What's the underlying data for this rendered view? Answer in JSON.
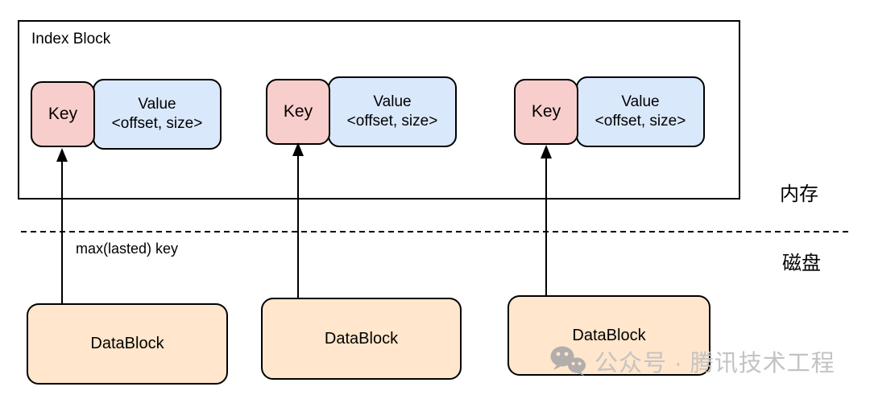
{
  "index_block": {
    "label": "Index Block",
    "entries": [
      {
        "key_label": "Key",
        "value_label": "Value",
        "value_detail": "<offset, size>"
      },
      {
        "key_label": "Key",
        "value_label": "Value",
        "value_detail": "<offset, size>"
      },
      {
        "key_label": "Key",
        "value_label": "Value",
        "value_detail": "<offset, size>"
      }
    ]
  },
  "labels": {
    "memory": "内存",
    "disk": "磁盘",
    "arrow_caption": "max(lasted) key"
  },
  "data_blocks": [
    {
      "label": "DataBlock"
    },
    {
      "label": "DataBlock"
    },
    {
      "label": "DataBlock"
    }
  ],
  "watermark": {
    "icon": "wechat-icon",
    "text": "公众号 · 腾讯技术工程"
  },
  "colors": {
    "key_fill": "#f8cecc",
    "value_fill": "#dae8fc",
    "datablock_fill": "#ffe6cc",
    "border": "#000000",
    "background": "#ffffff",
    "watermark_text": "#c3c3c3",
    "watermark_icon": "#b2aeac"
  }
}
